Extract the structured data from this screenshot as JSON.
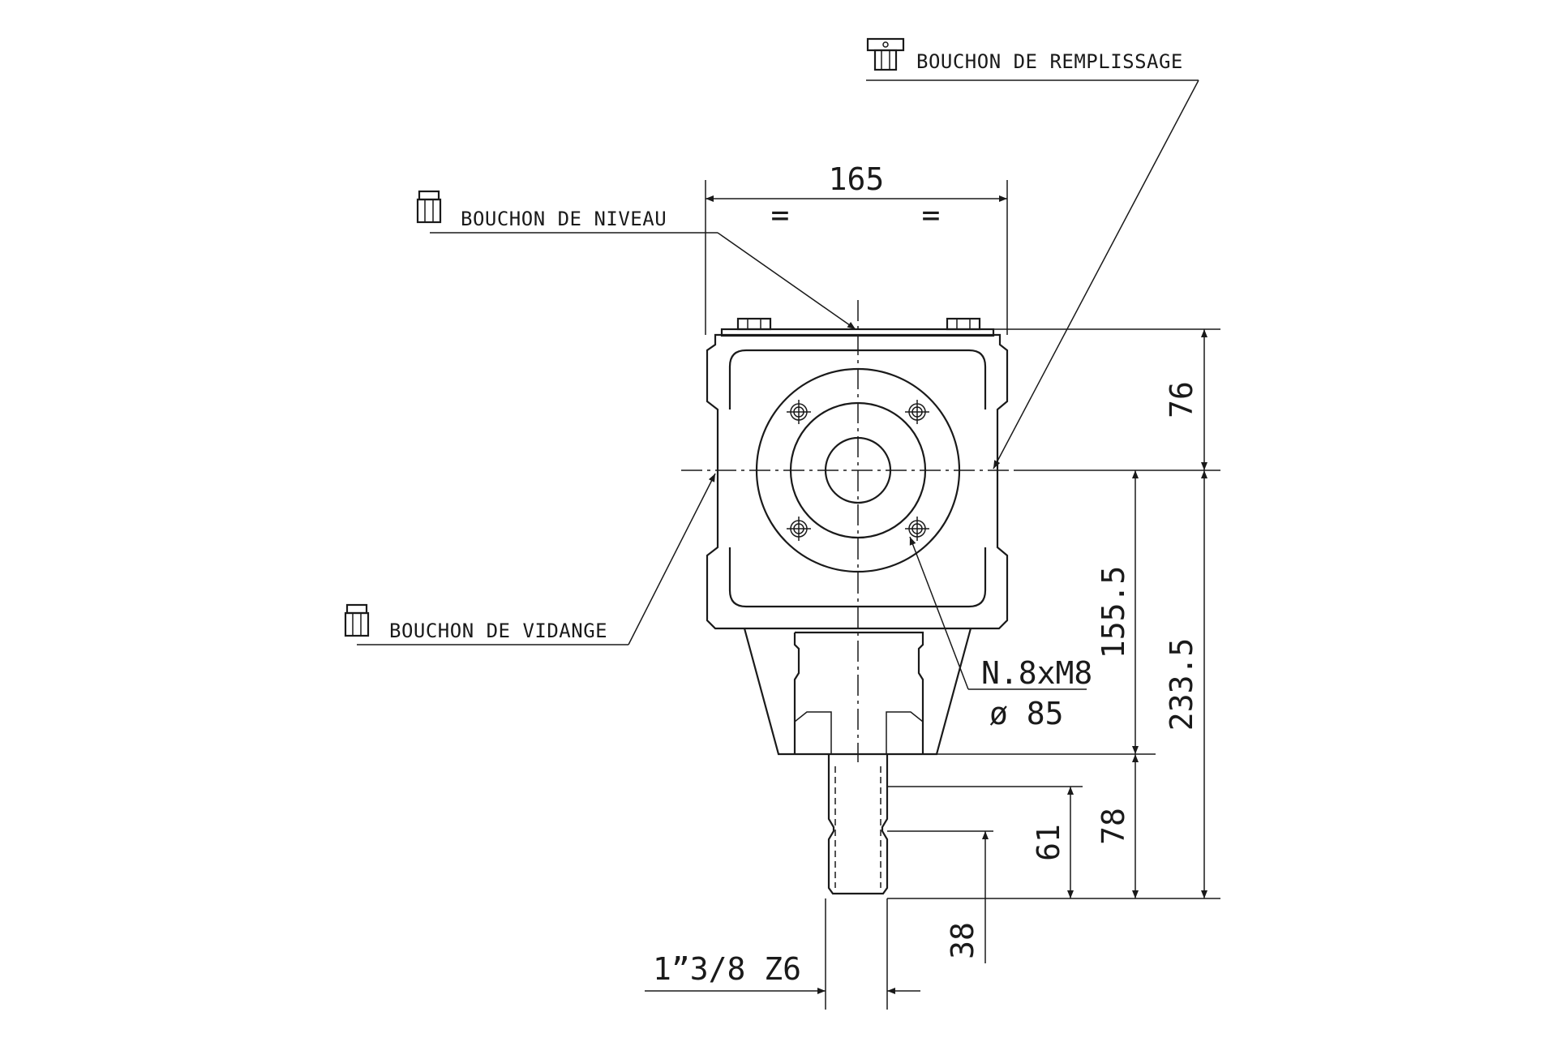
{
  "labels": {
    "fill_plug": "BOUCHON DE REMPLISSAGE",
    "level_plug": "BOUCHON DE NIVEAU",
    "drain_plug": "BOUCHON DE VIDANGE"
  },
  "dimensions": {
    "width": "165",
    "equal_left": "=",
    "equal_right": "=",
    "top_to_axis": "76",
    "axis_to_flange": "155.5",
    "total_height": "233.5",
    "shaft_length": "78",
    "spline_length": "61",
    "thread_length": "38",
    "shaft_spec": "1”3/8 Z6",
    "holes": "N.8xM8",
    "pitch_diameter": "ø 85"
  },
  "icons": {
    "fill_plug": "plug-icon",
    "level_plug": "plug-icon",
    "drain_plug": "plug-icon"
  },
  "colors": {
    "line": "#1a1a1a",
    "background": "#ffffff"
  }
}
